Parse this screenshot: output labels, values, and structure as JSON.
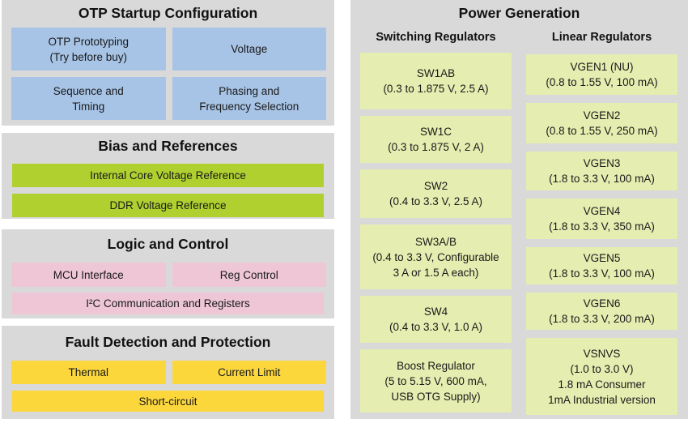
{
  "colors": {
    "panel_background": "#d9d9d9",
    "otp_block": "#a7c4e6",
    "bias_block": "#b0d030",
    "logic_block": "#eec6d6",
    "fault_block": "#fbd73c",
    "power_block": "#e5edb0",
    "text": "#1a1a1a"
  },
  "left_panel": {
    "otp": {
      "title": "OTP Startup Configuration",
      "boxes": [
        "OTP Prototyping\n(Try before buy)",
        "Voltage",
        "Sequence and\nTiming",
        "Phasing and\nFrequency Selection"
      ]
    },
    "bias": {
      "title": "Bias and References",
      "boxes": [
        "Internal Core Voltage Reference",
        "DDR Voltage Reference"
      ]
    },
    "logic": {
      "title": "Logic and Control",
      "boxes": [
        "MCU Interface",
        "Reg Control",
        "I²C Communication and Registers"
      ]
    },
    "fault": {
      "title": "Fault Detection and Protection",
      "boxes": [
        "Thermal",
        "Current Limit",
        "Short-circuit"
      ]
    }
  },
  "right_panel": {
    "title": "Power Generation",
    "switching": {
      "header": "Switching Regulators",
      "boxes": [
        "SW1AB\n(0.3 to 1.875 V, 2.5 A)",
        "SW1C\n(0.3 to 1.875 V, 2 A)",
        "SW2\n(0.4 to 3.3 V, 2.5 A)",
        "SW3A/B\n(0.4 to 3.3 V, Configurable\n3 A or 1.5 A each)",
        "SW4\n(0.4 to 3.3 V, 1.0 A)",
        "Boost Regulator\n(5 to 5.15 V, 600 mA,\nUSB OTG Supply)"
      ]
    },
    "linear": {
      "header": "Linear Regulators",
      "boxes": [
        "VGEN1 (NU)\n(0.8 to 1.55 V, 100 mA)",
        "VGEN2\n(0.8 to 1.55 V, 250 mA)",
        "VGEN3\n(1.8 to 3.3 V, 100 mA)",
        "VGEN4\n(1.8 to 3.3 V, 350 mA)",
        "VGEN5\n(1.8 to 3.3 V, 100 mA)",
        "VGEN6\n(1.8 to 3.3 V, 200 mA)",
        "VSNVS\n(1.0 to 3.0 V)\n1.8 mA Consumer\n1mA Industrial version"
      ]
    }
  }
}
